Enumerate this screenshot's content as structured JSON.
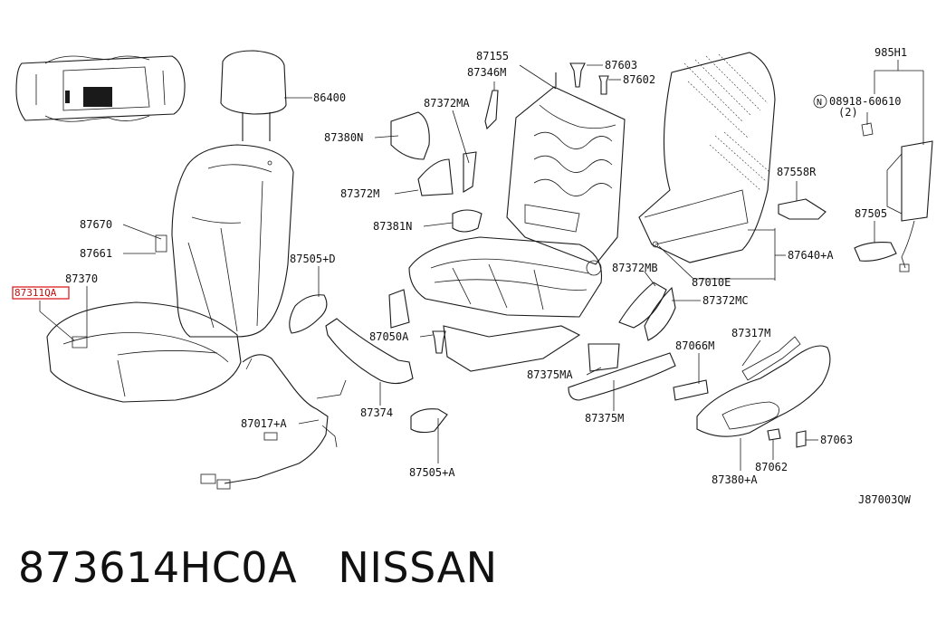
{
  "callouts": {
    "headrest": "86400",
    "seat_back_trim_bracket": "87670",
    "back_clip": "87661",
    "cushion_trim": "87370",
    "cushion_highlighted": "87311QA",
    "finisher_side_d": "87505+D",
    "harness_a": "87017+A",
    "finisher_lower": "87374",
    "frame_back": "87155",
    "pivot_m": "87346M",
    "cover_ma": "87372MA",
    "cover_n": "87380N",
    "cover_m": "87372M",
    "lever_n": "87381N",
    "bolt_603": "87603",
    "bolt_602": "87602",
    "bolt_050a": "87050A",
    "finisher_a": "87505+A",
    "cover_mb": "87372MB",
    "cover_mc": "87372MC",
    "frame_assy_e": "87010E",
    "cover_ma_lower": "87375MA",
    "cover_m_lower": "87375M",
    "switch_m": "87066M",
    "knob_m": "87317M",
    "finisher_side_a": "87380+A",
    "knob_062": "87062",
    "knob_063": "87063",
    "back_board_a": "87640+A",
    "trim_r": "87558R",
    "finisher_505": "87505",
    "airbag_module": "985H1",
    "nut_label": "08918-60610",
    "nut_qty": "(2)",
    "nut_symbol": "N",
    "diagram_code": "J87003QW"
  },
  "caption": {
    "part_number": "873614HC0A",
    "brand": "NISSAN"
  }
}
